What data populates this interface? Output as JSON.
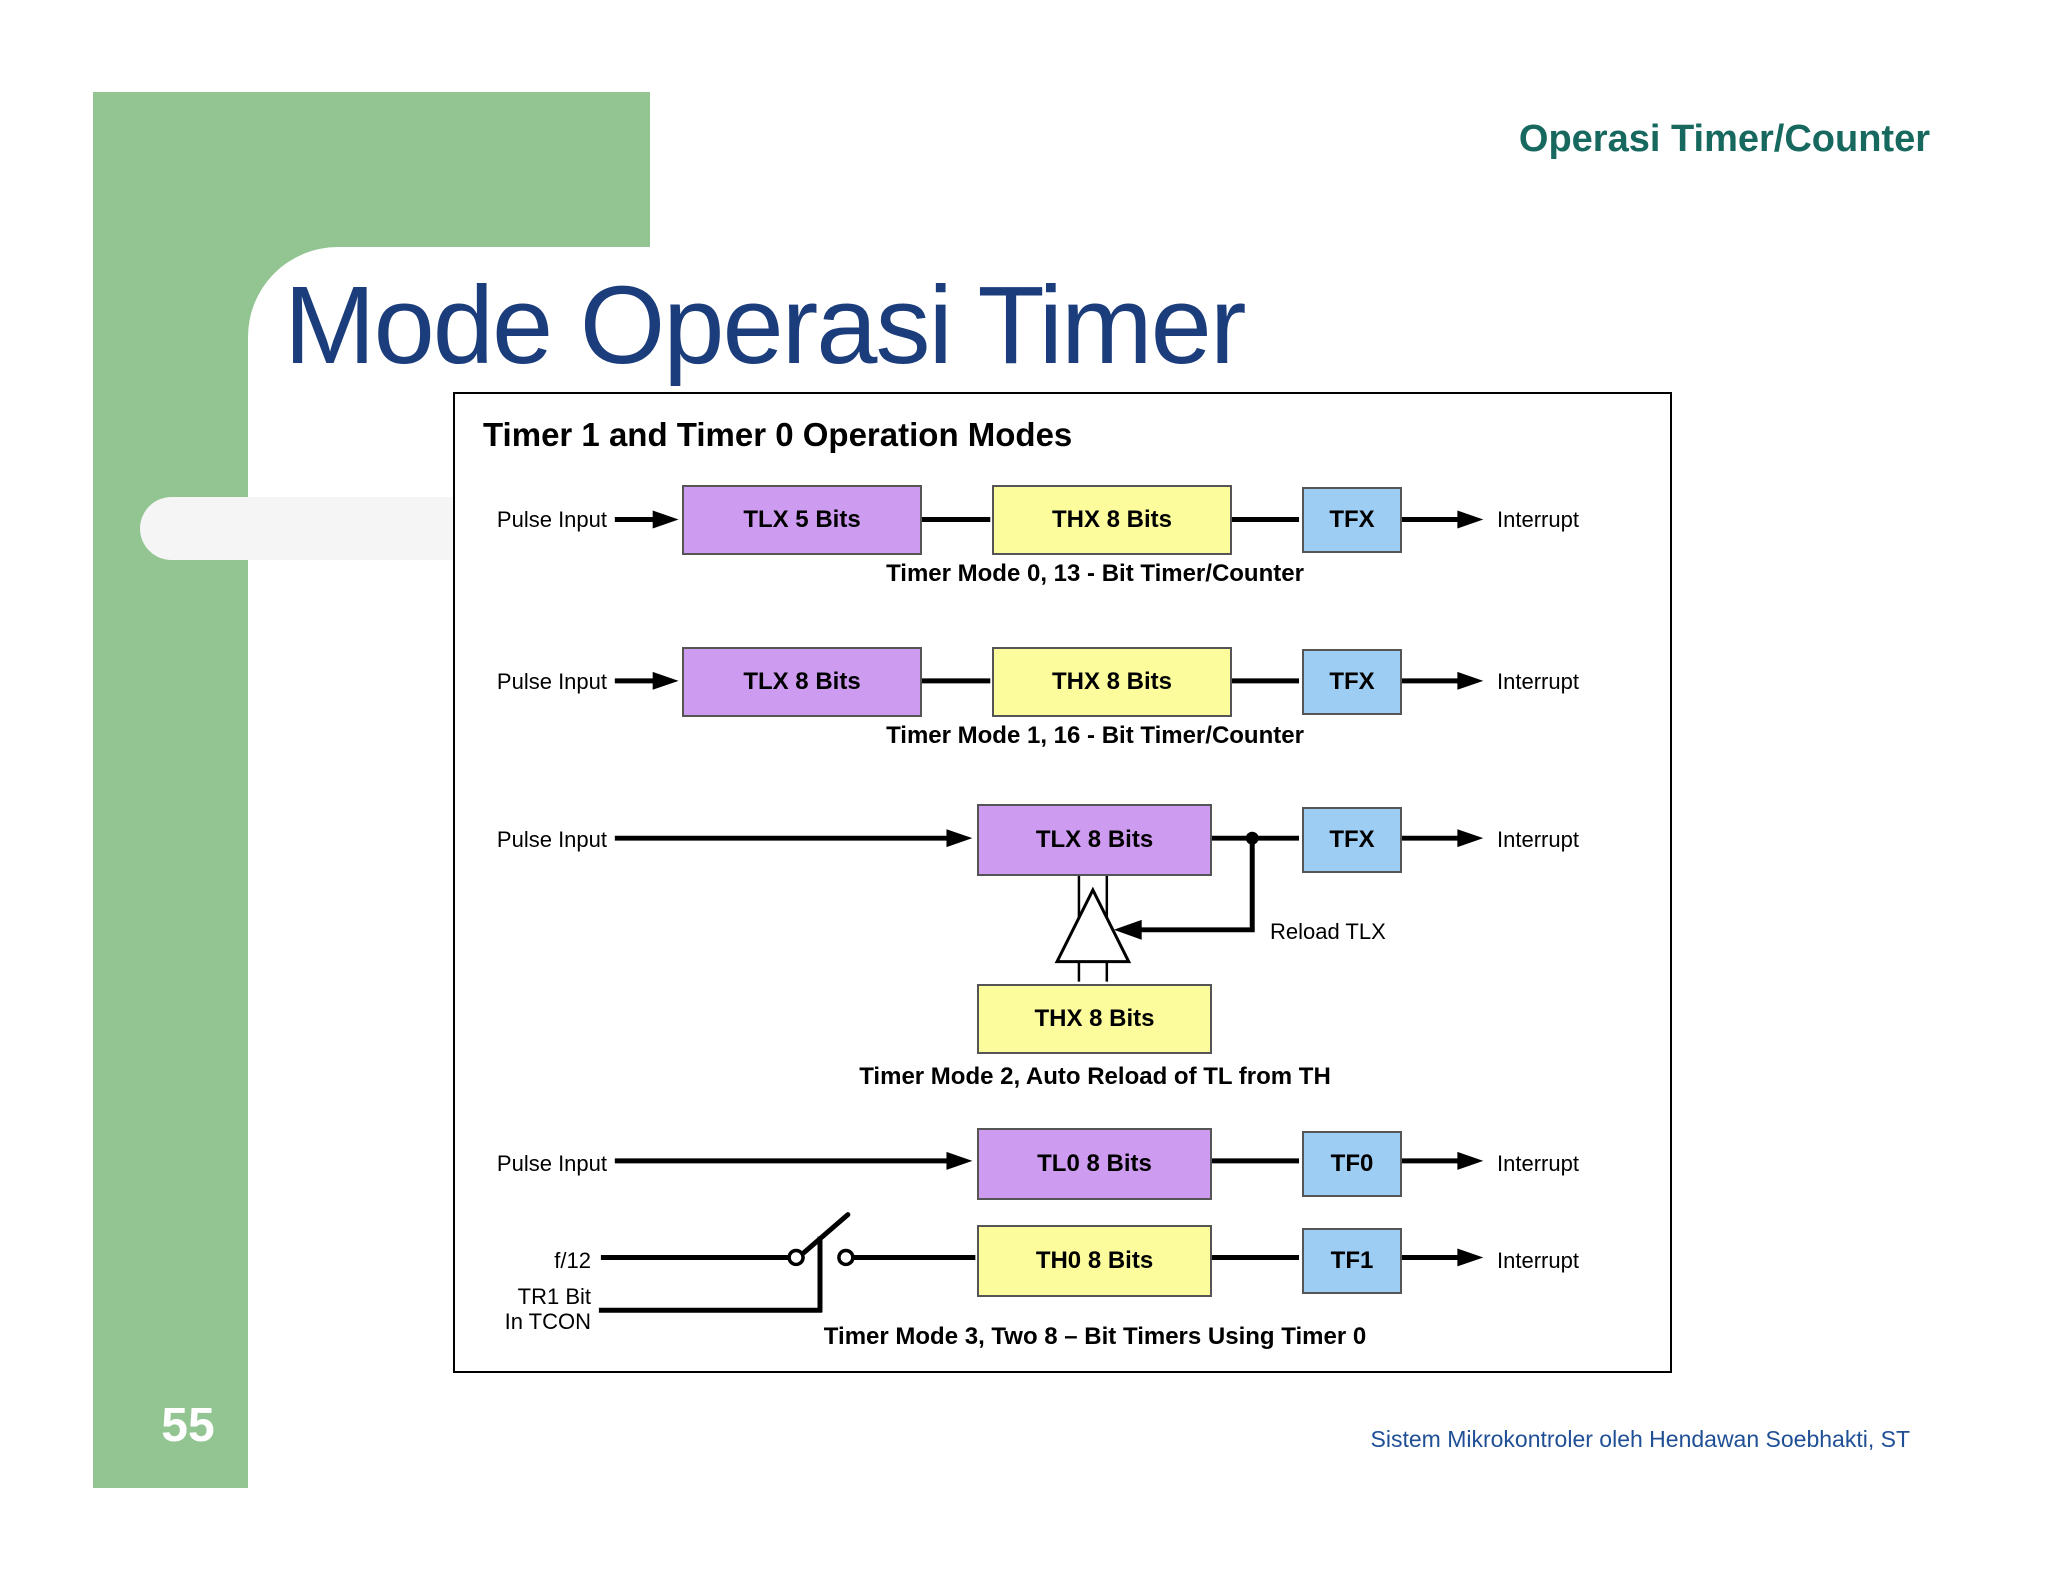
{
  "colors": {
    "accent_green": "#93C593",
    "header_teal": "#17695F",
    "title_navy": "#1C3D7B",
    "footer_blue": "#1F4F95",
    "box_purple": "#CD9BEF",
    "box_yellow": "#FCFC9C",
    "box_blue": "#9ECDF4"
  },
  "header": {
    "label": "Operasi Timer/Counter"
  },
  "title": "Mode Operasi Timer",
  "page_number": "55",
  "footer": "Sistem Mikrokontroler oleh Hendawan Soebhakti, ST",
  "diagram": {
    "title": "Timer 1 and Timer 0 Operation Modes",
    "mode0": {
      "input": "Pulse Input",
      "tl_box": "TLX 5 Bits",
      "th_box": "THX 8 Bits",
      "tf_box": "TFX",
      "output": "Interrupt",
      "caption": "Timer Mode 0, 13 - Bit Timer/Counter"
    },
    "mode1": {
      "input": "Pulse Input",
      "tl_box": "TLX 8 Bits",
      "th_box": "THX 8 Bits",
      "tf_box": "TFX",
      "output": "Interrupt",
      "caption": "Timer Mode 1, 16 - Bit Timer/Counter"
    },
    "mode2": {
      "input": "Pulse Input",
      "tl_box": "TLX 8 Bits",
      "tf_box": "TFX",
      "output": "Interrupt",
      "reload": "Reload TLX",
      "th_box": "THX 8 Bits",
      "caption": "Timer Mode 2, Auto Reload of TL from TH"
    },
    "mode3": {
      "input": "Pulse Input",
      "tl_box": "TL0 8 Bits",
      "tf0_box": "TF0",
      "output_a": "Interrupt",
      "f12": "f/12",
      "th_box": "TH0 8 Bits",
      "tf1_box": "TF1",
      "output_b": "Interrupt",
      "tr1_line1": "TR1 Bit",
      "tr1_line2": "In TCON",
      "caption": "Timer Mode 3, Two 8 – Bit Timers Using Timer 0"
    }
  }
}
